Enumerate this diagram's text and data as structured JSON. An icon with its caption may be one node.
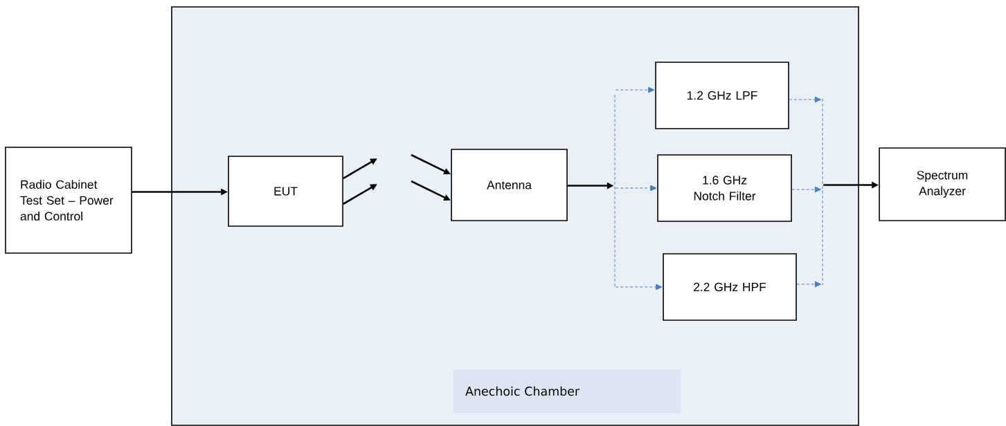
{
  "diagram": {
    "nodes": [
      {
        "text": [],
        "shape": "box"
      },
      {
        "text": [
          "Radio Cabinet Test Set – Power and Control"
        ]
      },
      {
        "text": [
          "EUT"
        ],
        "in": 0
      },
      {
        "text": [
          "Antenna"
        ],
        "in": 0
      },
      {
        "text": [
          "1.2 GHz LPF"
        ],
        "in": 0
      },
      {
        "text": [
          "1.6 GHz Notch Filter"
        ],
        "in": 0
      },
      {
        "text": [
          "2.2 GHz HPF"
        ],
        "in": 0
      },
      {
        "text": [
          "Spectrum Analyzer"
        ]
      },
      {
        "text": [
          "Anechoic Chamber"
        ],
        "in": 0
      },
      {
        "text": [],
        "shape": "bar",
        "in": 0
      },
      {
        "text": [],
        "shape": "bar",
        "in": 0
      }
    ],
    "edges": [
      {
        "from": 1,
        "to": 2,
        "arrow": "to"
      },
      {
        "from": 2,
        "to": null,
        "arrow": "to"
      },
      {
        "from": 2,
        "to": null,
        "arrow": "to"
      },
      {
        "from": null,
        "to": 3,
        "arrow": "to"
      },
      {
        "from": null,
        "to": 3,
        "arrow": "to"
      },
      {
        "from": 3,
        "to": 9,
        "arrow": "to"
      },
      {
        "from": 9,
        "to": 4,
        "arrow": "to",
        "style": "dashed",
        "color": "#4a7ebb"
      },
      {
        "from": 9,
        "to": 5,
        "arrow": "to",
        "style": "dashed",
        "color": "#4a7ebb"
      },
      {
        "from": 9,
        "to": 6,
        "arrow": "to",
        "style": "dashed",
        "color": "#4a7ebb"
      },
      {
        "from": 4,
        "to": 10,
        "arrow": "to",
        "style": "dashed",
        "color": "#4a7ebb"
      },
      {
        "from": 5,
        "to": 10,
        "arrow": "to",
        "style": "dashed",
        "color": "#4a7ebb"
      },
      {
        "from": 6,
        "to": 10,
        "arrow": "to",
        "style": "dashed",
        "color": "#4a7ebb"
      },
      {
        "from": 10,
        "to": 7,
        "arrow": "to"
      }
    ]
  }
}
